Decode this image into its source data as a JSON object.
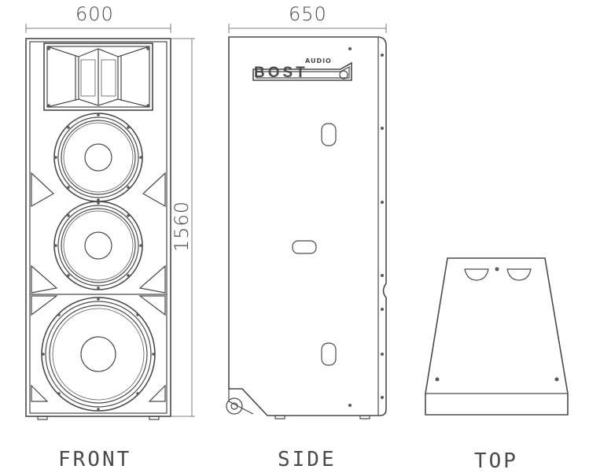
{
  "dimensions": {
    "front_width": "600",
    "side_depth": "650",
    "height": "1560"
  },
  "views": {
    "front": "FRONT",
    "side": "SIDE",
    "top": "TOP"
  },
  "logo": {
    "brand": "BOST",
    "subtext": "AUDIO"
  },
  "colors": {
    "line": "#4a4a4a",
    "background": "#ffffff"
  }
}
